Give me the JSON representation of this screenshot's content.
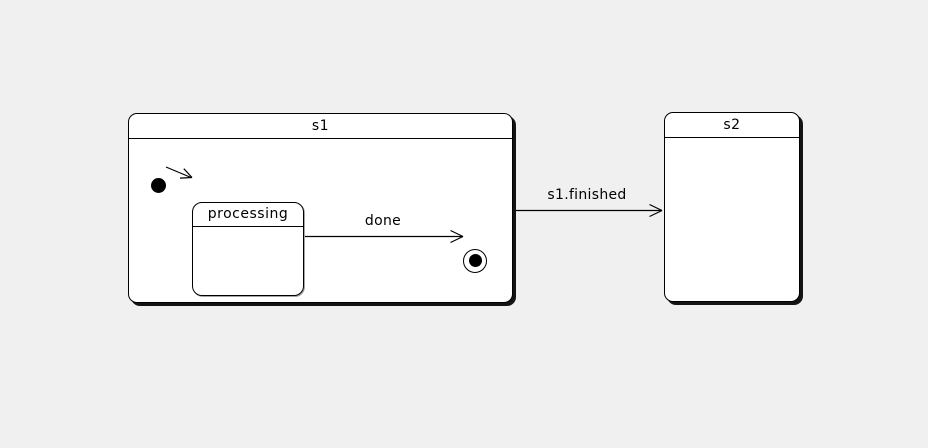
{
  "diagram": {
    "type": "uml-state-machine",
    "colors": {
      "background": "#f0f0f0",
      "state_fill": "#ffffff",
      "stroke": "#000000",
      "shadow": "#141414"
    },
    "states": {
      "s1": {
        "label": "s1"
      },
      "processing": {
        "label": "processing"
      },
      "s2": {
        "label": "s2"
      }
    },
    "pseudostates": {
      "initial": {
        "name": "initial-state-node"
      },
      "final": {
        "name": "final-state-node"
      }
    },
    "transitions": {
      "initial_to_processing": {
        "label": ""
      },
      "processing_to_final": {
        "label": "done"
      },
      "s1_to_s2": {
        "label": "s1.finished"
      }
    }
  }
}
